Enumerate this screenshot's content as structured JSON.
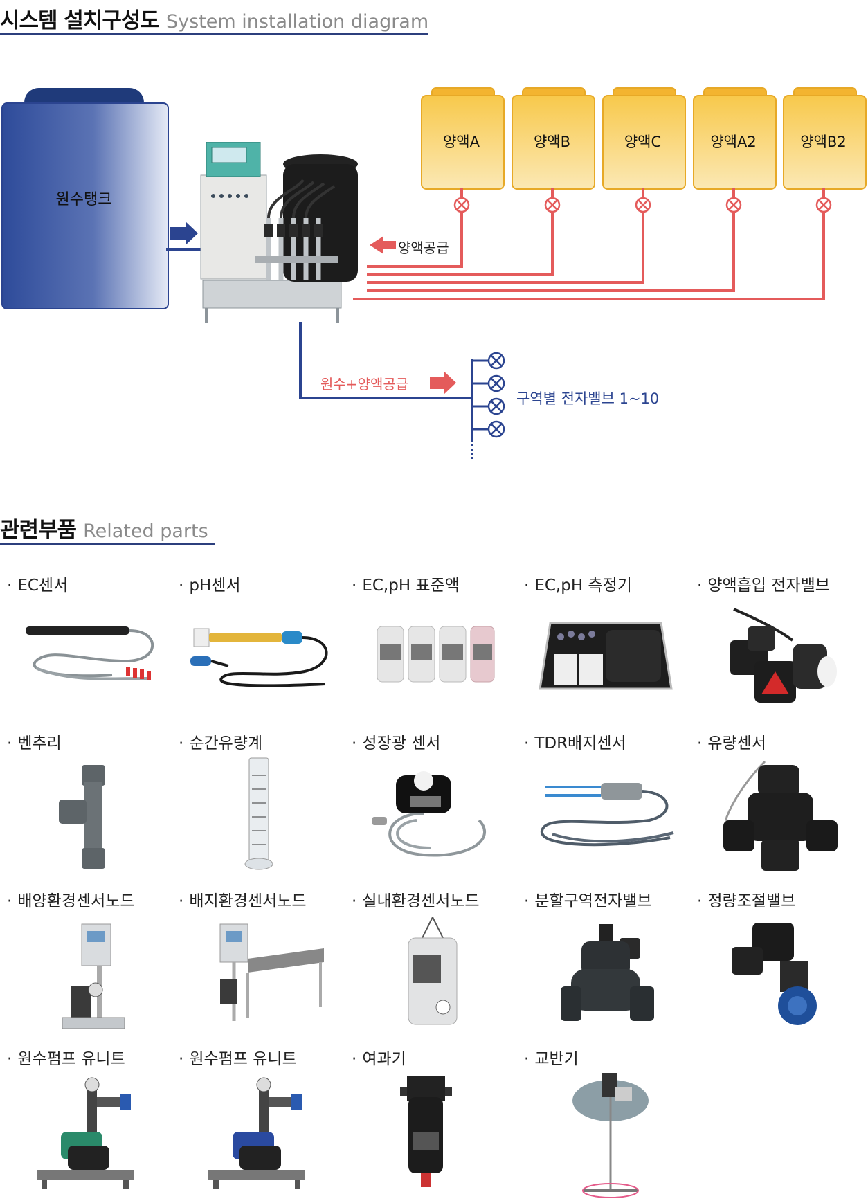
{
  "section_system": {
    "title_ko": "시스템 설치구성도",
    "title_en": "System installation diagram"
  },
  "diagram": {
    "water_tank": "원수탱크",
    "nutrient_tanks": [
      "양액A",
      "양액B",
      "양액C",
      "양액A2",
      "양액B2"
    ],
    "nutrient_supply": "양액공급",
    "mixed_supply": "원수+양액공급",
    "zone_valves": "구역별 전자밸브 1~10",
    "colors": {
      "water_blue": "#2b4490",
      "nutrient_red": "#e45b5b",
      "tank_yellow": "#f8c94c"
    }
  },
  "section_parts": {
    "title_ko": "관련부품",
    "title_en": "Related parts"
  },
  "parts": [
    "EC센서",
    "pH센서",
    "EC,pH 표준액",
    "EC,pH 측정기",
    "양액흡입 전자밸브",
    "벤추리",
    "순간유량계",
    "성장광 센서",
    "TDR배지센서",
    "유량센서",
    "배양환경센서노드",
    "배지환경센서노드",
    "실내환경센서노드",
    "분할구역전자밸브",
    "정량조절밸브",
    "원수펌프 유니트",
    "원수펌프 유니트",
    "여과기",
    "교반기"
  ],
  "bullet": "·"
}
